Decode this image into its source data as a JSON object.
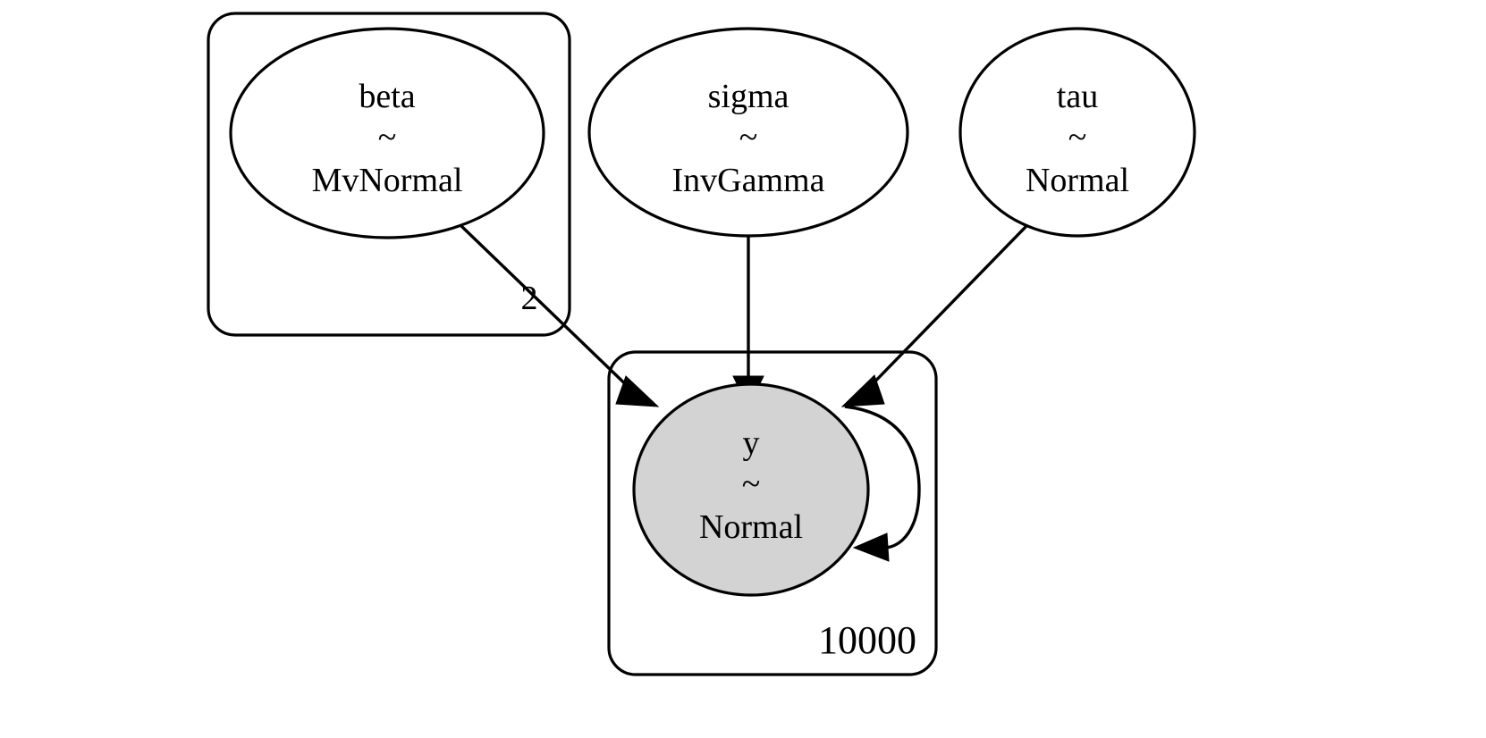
{
  "diagram": {
    "type": "probabilistic-graphical-model",
    "background_color": "#ffffff",
    "stroke_color": "#000000",
    "observed_fill_color": "#d3d3d3",
    "latent_fill_color": "#ffffff",
    "tilde": "~"
  },
  "nodes": [
    {
      "id": "beta",
      "name": "beta",
      "distribution": "MvNormal",
      "observed": false,
      "in_plate": "beta-plate"
    },
    {
      "id": "sigma",
      "name": "sigma",
      "distribution": "InvGamma",
      "observed": false,
      "in_plate": null
    },
    {
      "id": "tau",
      "name": "tau",
      "distribution": "Normal",
      "observed": false,
      "in_plate": null
    },
    {
      "id": "y",
      "name": "y",
      "distribution": "Normal",
      "observed": true,
      "in_plate": "y-plate"
    }
  ],
  "plates": [
    {
      "id": "beta-plate",
      "label": "",
      "contains": "beta"
    },
    {
      "id": "y-plate",
      "label": "10000",
      "contains": "y"
    }
  ],
  "edges": [
    {
      "id": "beta-to-y",
      "from": "beta",
      "to": "y",
      "label": "2"
    },
    {
      "id": "sigma-to-y",
      "from": "sigma",
      "to": "y",
      "label": ""
    },
    {
      "id": "tau-to-y",
      "from": "tau",
      "to": "y",
      "label": ""
    },
    {
      "id": "y-to-y",
      "from": "y",
      "to": "y",
      "label": ""
    }
  ]
}
